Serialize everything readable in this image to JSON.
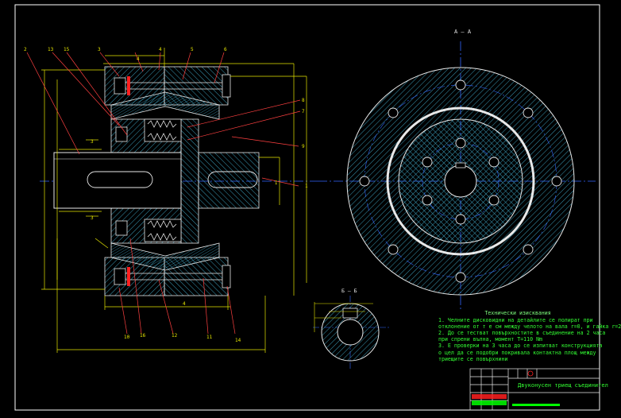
{
  "palette": {
    "background": "#000000",
    "frame": "#ffffff",
    "hatch": "#3fa9c9",
    "part": "#e8e8e8",
    "dimension": "#e6e600",
    "leader": "#ff4040",
    "centerline": "#3366ff",
    "text": "#33ff33",
    "red": "#ff2020",
    "green": "#00ff00"
  },
  "views": {
    "section_aa": {
      "label": "А – А"
    },
    "section_bb": {
      "label": "Б – Б"
    }
  },
  "callouts": [
    "2",
    "13",
    "15",
    "3",
    "4",
    "5",
    "6",
    "8",
    "7",
    "9",
    "1",
    "10",
    "16",
    "12",
    "11",
    "14"
  ],
  "dim_marks": [
    "3",
    "3",
    "4",
    "4",
    "I"
  ],
  "notes": {
    "title": "Технически изисквания",
    "lines": [
      "1. Челните дисковидни на детайлите се полират при",
      "отклонение от т е см между челото на вала r=0, и гайка r=2",
      "2. До се тестват повърхностите в съединение на 2 часа",
      "при спрени вълна, момент T=110 Nm",
      "3. Е проверки на 3 часа до се изпитват конструкцията",
      "о цел да се подобри покривала контактна площ между",
      "триещите се повърхнини"
    ]
  },
  "title_block": {
    "name": "Двуконусен триещ съединител"
  }
}
